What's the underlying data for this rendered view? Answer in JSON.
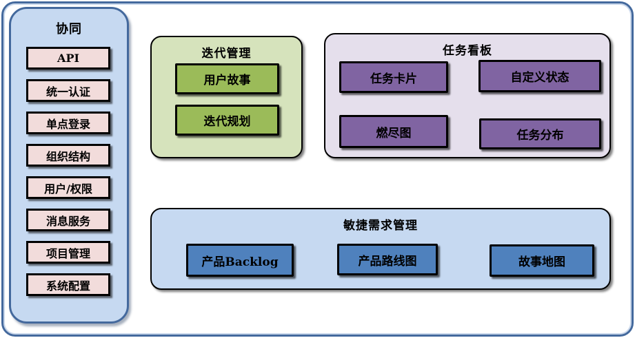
{
  "sidebar": {
    "title": "协同",
    "items": [
      "API",
      "统一认证",
      "单点登录",
      "组织结构",
      "用户/权限",
      "消息服务",
      "项目管理",
      "系统配置"
    ]
  },
  "groups": {
    "iteration": {
      "title": "迭代管理",
      "items": [
        "用户故事",
        "迭代规划"
      ]
    },
    "kanban": {
      "title": "任务看板",
      "items": [
        "任务卡片",
        "自定义状态",
        "燃尽图",
        "任务分布"
      ]
    },
    "requirements": {
      "title": "敏捷需求管理",
      "items": [
        "产品Backlog",
        "产品路线图",
        "故事地图"
      ]
    }
  },
  "colors": {
    "frame_border": "#44699d",
    "sidebar_bg": "#c6d9f1",
    "sidebar_item_bg": "#f2dcdb",
    "iteration_bg": "#d6e3bc",
    "iteration_item_bg": "#9bbb59",
    "kanban_bg": "#e5dfec",
    "kanban_item_bg": "#8064a2",
    "requirements_bg": "#c6d9f1",
    "requirements_item_bg": "#4f81bd",
    "node_border": "#000000"
  }
}
